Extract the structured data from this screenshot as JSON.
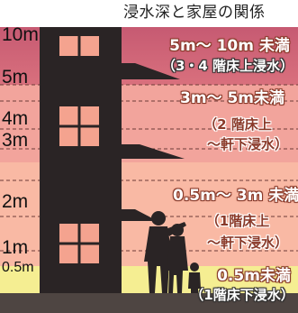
{
  "title": "浸水深と家屋の関係",
  "height_labels": [
    "10m",
    "5m",
    "4m",
    "3m",
    "2m",
    "1m",
    "0.5m"
  ],
  "zones": [
    {
      "range": "5m～ 10m 未満",
      "note": "（3・4 階床上浸水）",
      "color": "#d9707d"
    },
    {
      "range": "3m～ 5m未満",
      "note_line1": "（2 階床上",
      "note_line2": "～軒下浸水）",
      "color": "#f2a49c"
    },
    {
      "range": "0.5m～ 3m 未満",
      "note_line1": "（1階床上",
      "note_line2": "～軒下浸水）",
      "color": "#f9b9a4"
    },
    {
      "range": "0.5m未満",
      "note": "（1階床下浸水）",
      "color": "#f5ee92"
    }
  ],
  "colors": {
    "building": "#2a2425",
    "window": "#f4a38f",
    "ground": "#5a4f4c",
    "zone_top_dark": "#c65a72"
  }
}
